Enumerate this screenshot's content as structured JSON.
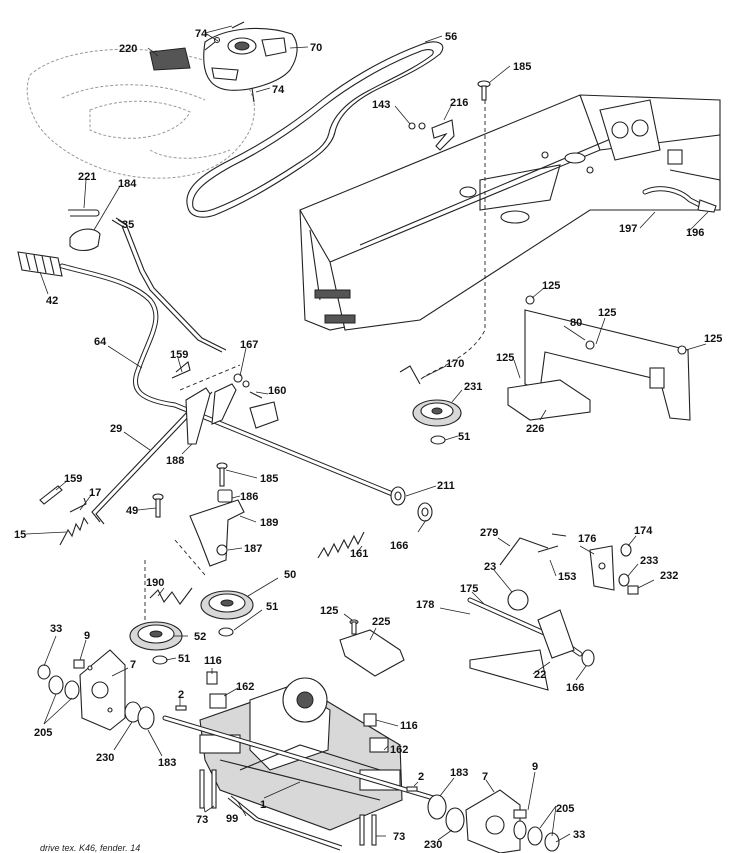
{
  "diagram": {
    "caption": "drive tex. K46, fender. 14",
    "callouts": [
      {
        "id": "lbl-74a",
        "text": "74"
      },
      {
        "id": "lbl-220",
        "text": "220"
      },
      {
        "id": "lbl-70",
        "text": "70"
      },
      {
        "id": "lbl-74b",
        "text": "74"
      },
      {
        "id": "lbl-56",
        "text": "56"
      },
      {
        "id": "lbl-185a",
        "text": "185"
      },
      {
        "id": "lbl-143",
        "text": "143"
      },
      {
        "id": "lbl-216",
        "text": "216"
      },
      {
        "id": "lbl-221",
        "text": "221"
      },
      {
        "id": "lbl-184",
        "text": "184"
      },
      {
        "id": "lbl-35",
        "text": "35"
      },
      {
        "id": "lbl-197",
        "text": "197"
      },
      {
        "id": "lbl-196",
        "text": "196"
      },
      {
        "id": "lbl-42",
        "text": "42"
      },
      {
        "id": "lbl-125a",
        "text": "125"
      },
      {
        "id": "lbl-80",
        "text": "80"
      },
      {
        "id": "lbl-125b",
        "text": "125"
      },
      {
        "id": "lbl-125c",
        "text": "125"
      },
      {
        "id": "lbl-64",
        "text": "64"
      },
      {
        "id": "lbl-167",
        "text": "167"
      },
      {
        "id": "lbl-159a",
        "text": "159"
      },
      {
        "id": "lbl-125d",
        "text": "125"
      },
      {
        "id": "lbl-170",
        "text": "170"
      },
      {
        "id": "lbl-160",
        "text": "160"
      },
      {
        "id": "lbl-231",
        "text": "231"
      },
      {
        "id": "lbl-29",
        "text": "29"
      },
      {
        "id": "lbl-51a",
        "text": "51"
      },
      {
        "id": "lbl-226",
        "text": "226"
      },
      {
        "id": "lbl-188",
        "text": "188"
      },
      {
        "id": "lbl-185b",
        "text": "185"
      },
      {
        "id": "lbl-159b",
        "text": "159"
      },
      {
        "id": "lbl-211",
        "text": "211"
      },
      {
        "id": "lbl-17",
        "text": "17"
      },
      {
        "id": "lbl-186",
        "text": "186"
      },
      {
        "id": "lbl-49",
        "text": "49"
      },
      {
        "id": "lbl-189",
        "text": "189"
      },
      {
        "id": "lbl-15",
        "text": "15"
      },
      {
        "id": "lbl-166a",
        "text": "166"
      },
      {
        "id": "lbl-279",
        "text": "279"
      },
      {
        "id": "lbl-176",
        "text": "176"
      },
      {
        "id": "lbl-174",
        "text": "174"
      },
      {
        "id": "lbl-187",
        "text": "187"
      },
      {
        "id": "lbl-161",
        "text": "161"
      },
      {
        "id": "lbl-23",
        "text": "23"
      },
      {
        "id": "lbl-153",
        "text": "153"
      },
      {
        "id": "lbl-233",
        "text": "233"
      },
      {
        "id": "lbl-50",
        "text": "50"
      },
      {
        "id": "lbl-232",
        "text": "232"
      },
      {
        "id": "lbl-190",
        "text": "190"
      },
      {
        "id": "lbl-175",
        "text": "175"
      },
      {
        "id": "lbl-178",
        "text": "178"
      },
      {
        "id": "lbl-51b",
        "text": "51"
      },
      {
        "id": "lbl-125e",
        "text": "125"
      },
      {
        "id": "lbl-225",
        "text": "225"
      },
      {
        "id": "lbl-33a",
        "text": "33"
      },
      {
        "id": "lbl-9a",
        "text": "9"
      },
      {
        "id": "lbl-52",
        "text": "52"
      },
      {
        "id": "lbl-7a",
        "text": "7"
      },
      {
        "id": "lbl-51c",
        "text": "51"
      },
      {
        "id": "lbl-22",
        "text": "22"
      },
      {
        "id": "lbl-116a",
        "text": "116"
      },
      {
        "id": "lbl-166b",
        "text": "166"
      },
      {
        "id": "lbl-162a",
        "text": "162"
      },
      {
        "id": "lbl-2a",
        "text": "2"
      },
      {
        "id": "lbl-205a",
        "text": "205"
      },
      {
        "id": "lbl-116b",
        "text": "116"
      },
      {
        "id": "lbl-230a",
        "text": "230"
      },
      {
        "id": "lbl-183a",
        "text": "183"
      },
      {
        "id": "lbl-162b",
        "text": "162"
      },
      {
        "id": "lbl-9b",
        "text": "9"
      },
      {
        "id": "lbl-183b",
        "text": "183"
      },
      {
        "id": "lbl-2b",
        "text": "2"
      },
      {
        "id": "lbl-7b",
        "text": "7"
      },
      {
        "id": "lbl-1",
        "text": "1"
      },
      {
        "id": "lbl-205b",
        "text": "205"
      },
      {
        "id": "lbl-73a",
        "text": "73"
      },
      {
        "id": "lbl-99",
        "text": "99"
      },
      {
        "id": "lbl-73b",
        "text": "73"
      },
      {
        "id": "lbl-230b",
        "text": "230"
      },
      {
        "id": "lbl-33b",
        "text": "33"
      }
    ]
  }
}
